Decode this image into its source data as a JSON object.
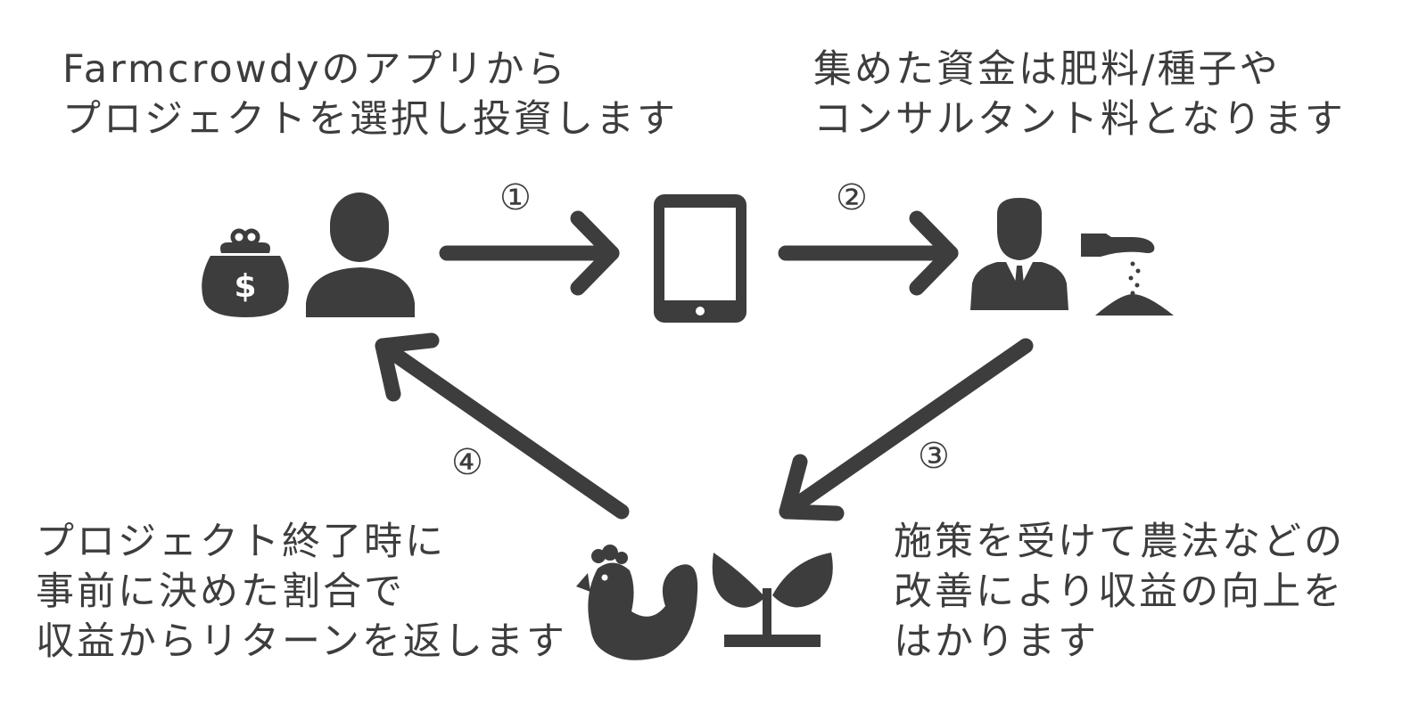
{
  "texts": {
    "top_left": [
      "Farmcrowdyのアプリから",
      "プロジェクトを選択し投資します"
    ],
    "top_right": [
      "集めた資金は肥料/種子や",
      "コンサルタント料となります"
    ],
    "bottom_left": [
      "プロジェクト終了時に",
      "事前に決めた割合で",
      "収益からリターンを返します"
    ],
    "bottom_right": [
      "施策を受けて農法などの",
      "改善により収益の向上を",
      "はかります"
    ]
  },
  "steps": {
    "s1": "①",
    "s2": "②",
    "s3": "③",
    "s4": "④",
    "money_symbol": "$"
  },
  "icons": [
    "money-purse-icon",
    "person-icon",
    "tablet-icon",
    "businessman-icon",
    "seeding-hand-icon",
    "chicken-icon",
    "sprout-icon"
  ],
  "colors": {
    "icon": "#3d3d3d",
    "text": "#3d3d3d",
    "background": "#ffffff"
  }
}
